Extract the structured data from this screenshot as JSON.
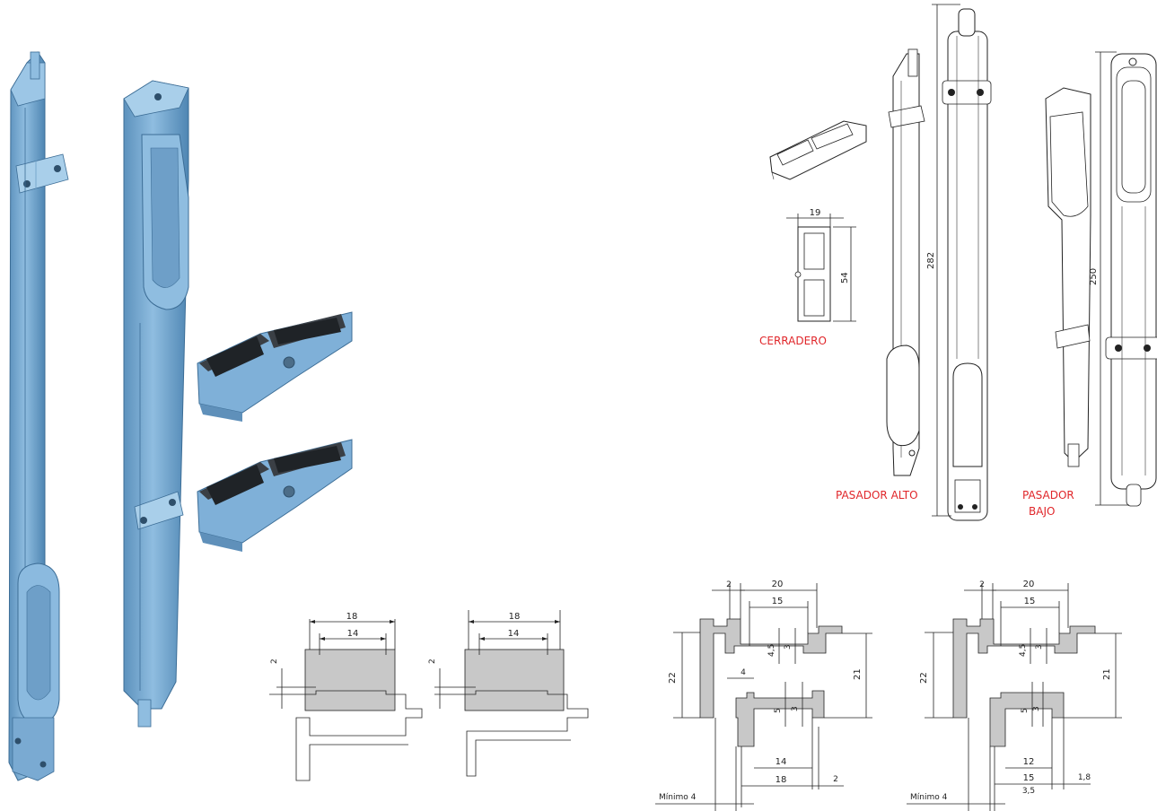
{
  "colors": {
    "part_blue": "#7fb0d8",
    "part_blue_dark": "#4a7fa8",
    "part_blue_light": "#bcd9ef",
    "label_red": "#e0262a",
    "section_fill": "#c8c8c8",
    "outline": "#222222"
  },
  "labels": {
    "cerradero": "CERRADERO",
    "pasador_alto": "PASADOR ALTO",
    "pasador_bajo_line1": "PASADOR",
    "pasador_bajo_line2": "BAJO"
  },
  "dims": {
    "striker_width": "19",
    "striker_height": "54",
    "alto_length": "282",
    "bajo_length": "250",
    "sec1_w18": "18",
    "sec1_w14": "14",
    "sec1_h2": "2",
    "sec2_w18": "18",
    "sec2_w14": "14",
    "sec2_h2": "2",
    "p1_2": "2",
    "p1_20": "20",
    "p1_15": "15",
    "p1_45": "4,5",
    "p1_3a": "3",
    "p1_22": "22",
    "p1_21": "21",
    "p1_4": "4",
    "p1_5": "5",
    "p1_3b": "3",
    "p1_14": "14",
    "p1_18": "18",
    "p1_2b": "2",
    "p1_min": "Mínimo 4",
    "p2_2": "2",
    "p2_20": "20",
    "p2_15": "15",
    "p2_45": "4,5",
    "p2_3a": "3",
    "p2_22": "22",
    "p2_21": "21",
    "p2_5": "5",
    "p2_3b": "3",
    "p2_12": "12",
    "p2_15b": "15",
    "p2_35": "3,5",
    "p2_18": "1,8",
    "p2_min": "Mínimo 4"
  }
}
